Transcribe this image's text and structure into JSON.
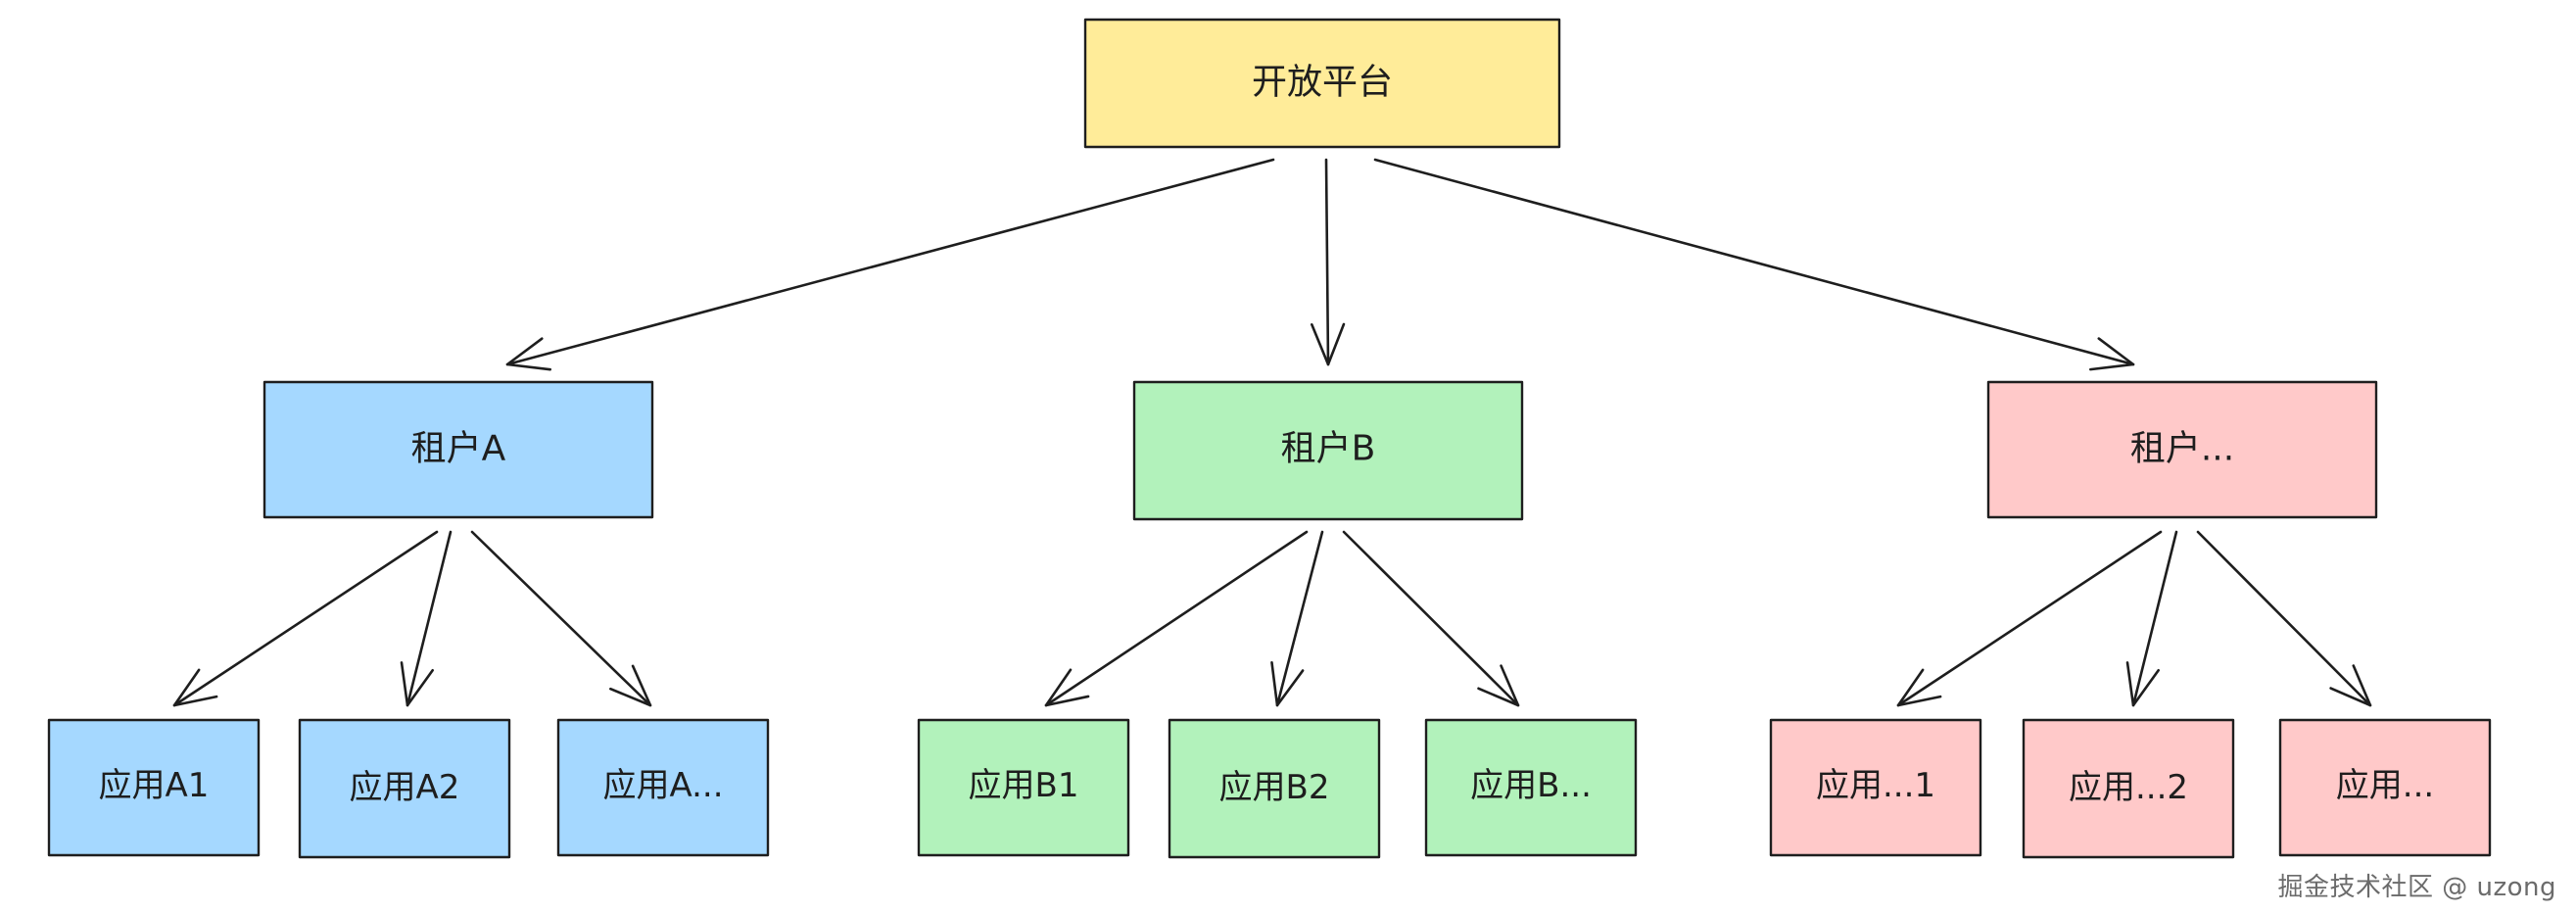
{
  "diagram": {
    "root": {
      "label": "开放平台",
      "fill": "#ffec99"
    },
    "tenants": [
      {
        "label": "租户A",
        "fill": "#a5d8ff",
        "apps": [
          "应用A1",
          "应用A2",
          "应用A..."
        ]
      },
      {
        "label": "租户B",
        "fill": "#b2f2bb",
        "apps": [
          "应用B1",
          "应用B2",
          "应用B..."
        ]
      },
      {
        "label": "租户...",
        "fill": "#ffc9c9",
        "apps": [
          "应用...1",
          "应用...2",
          "应用..."
        ]
      }
    ]
  },
  "watermark": "掘金技术社区 @ uzong",
  "colors": {
    "stroke": "#1e1e1e",
    "text": "#1e1e1e"
  }
}
